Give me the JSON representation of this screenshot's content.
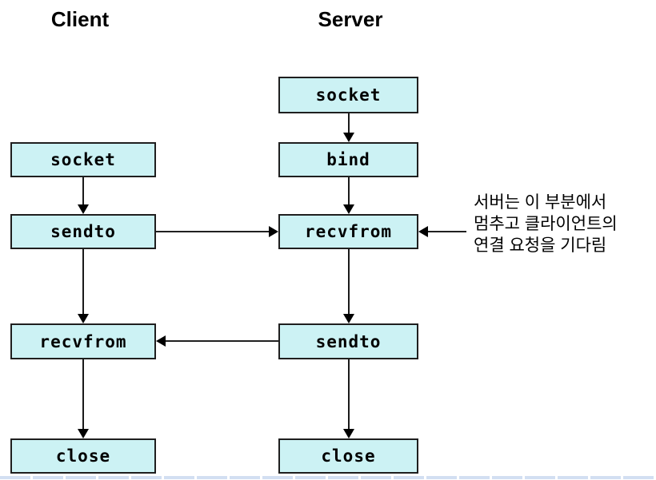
{
  "diagram": {
    "titles": {
      "client": "Client",
      "server": "Server"
    },
    "client_flow": [
      "socket",
      "sendto",
      "recvfrom",
      "close"
    ],
    "server_flow": [
      "socket",
      "bind",
      "recvfrom",
      "sendto",
      "close"
    ],
    "annotation": {
      "line1": "서버는 이 부분에서",
      "line2": "멈추고 클라이언트의",
      "line3": "연결 요청을 기다림"
    },
    "colors": {
      "box_fill": "#ccf2f4",
      "box_border": "#1f1f1f",
      "arrow_color": "#000000",
      "strip_color": "#d2dff2",
      "text_color": "#000000"
    }
  }
}
